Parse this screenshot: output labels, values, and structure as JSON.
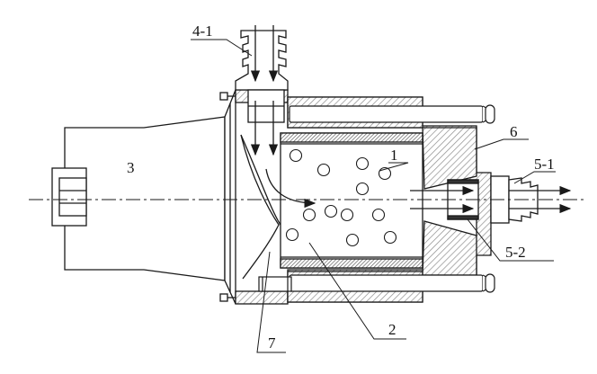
{
  "labels": {
    "l4_1": "4-1",
    "l6": "6",
    "l3": "3",
    "l1": "1",
    "l5_1": "5-1",
    "l5_2": "5-2",
    "l2": "2",
    "l7": "7"
  },
  "colors": {
    "line": "#1a1a1a",
    "hatch": "#8c8c8c",
    "hatch_dense": "#666666",
    "background": "#ffffff"
  }
}
